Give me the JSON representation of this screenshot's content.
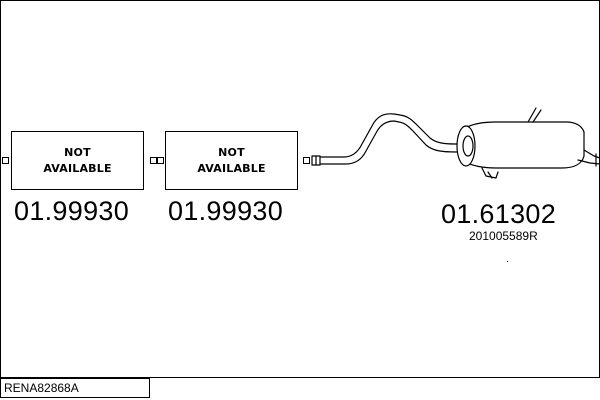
{
  "parts": [
    {
      "line1": "NOT",
      "line2": "AVAILABLE",
      "number": "01.99930"
    },
    {
      "line1": "NOT",
      "line2": "AVAILABLE",
      "number": "01.99930"
    }
  ],
  "rear_silencer": {
    "number": "01.61302",
    "oem": "201005589R"
  },
  "model_code": "RENA82868A"
}
